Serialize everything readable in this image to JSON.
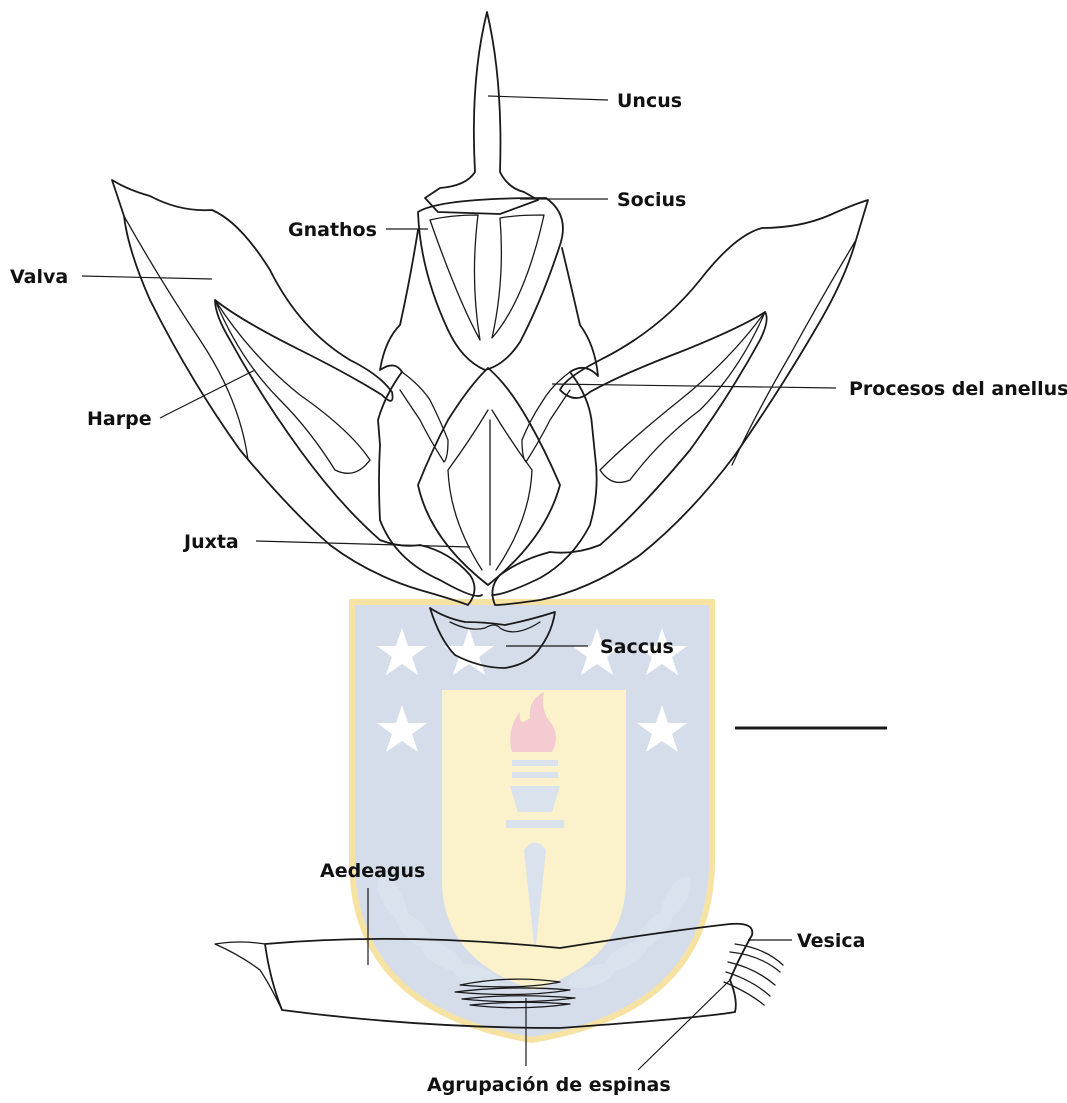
{
  "labels": {
    "uncus": "Uncus",
    "socius": "Socius",
    "gnathos": "Gnathos",
    "valva": "Valva",
    "procesos_anellus": "Procesos del anellus",
    "harpe": "Harpe",
    "juxta": "Juxta",
    "saccus": "Saccus",
    "aedeagus": "Aedeagus",
    "vesica": "Vesica",
    "agrupacion_espinas": "Agrupación de espinas"
  },
  "watermark": {
    "description": "university crest watermark",
    "colors": {
      "shield_blue": "#d3dcea",
      "panel_yellow": "#fbf1c9",
      "outline_yellow": "#f6e2a0",
      "flame_pink": "#f3c9cf",
      "torch_blue": "#d9e1ee",
      "star_white": "#ffffff"
    }
  },
  "colors": {
    "ink": "#1a1a1a",
    "label": "#111111"
  }
}
